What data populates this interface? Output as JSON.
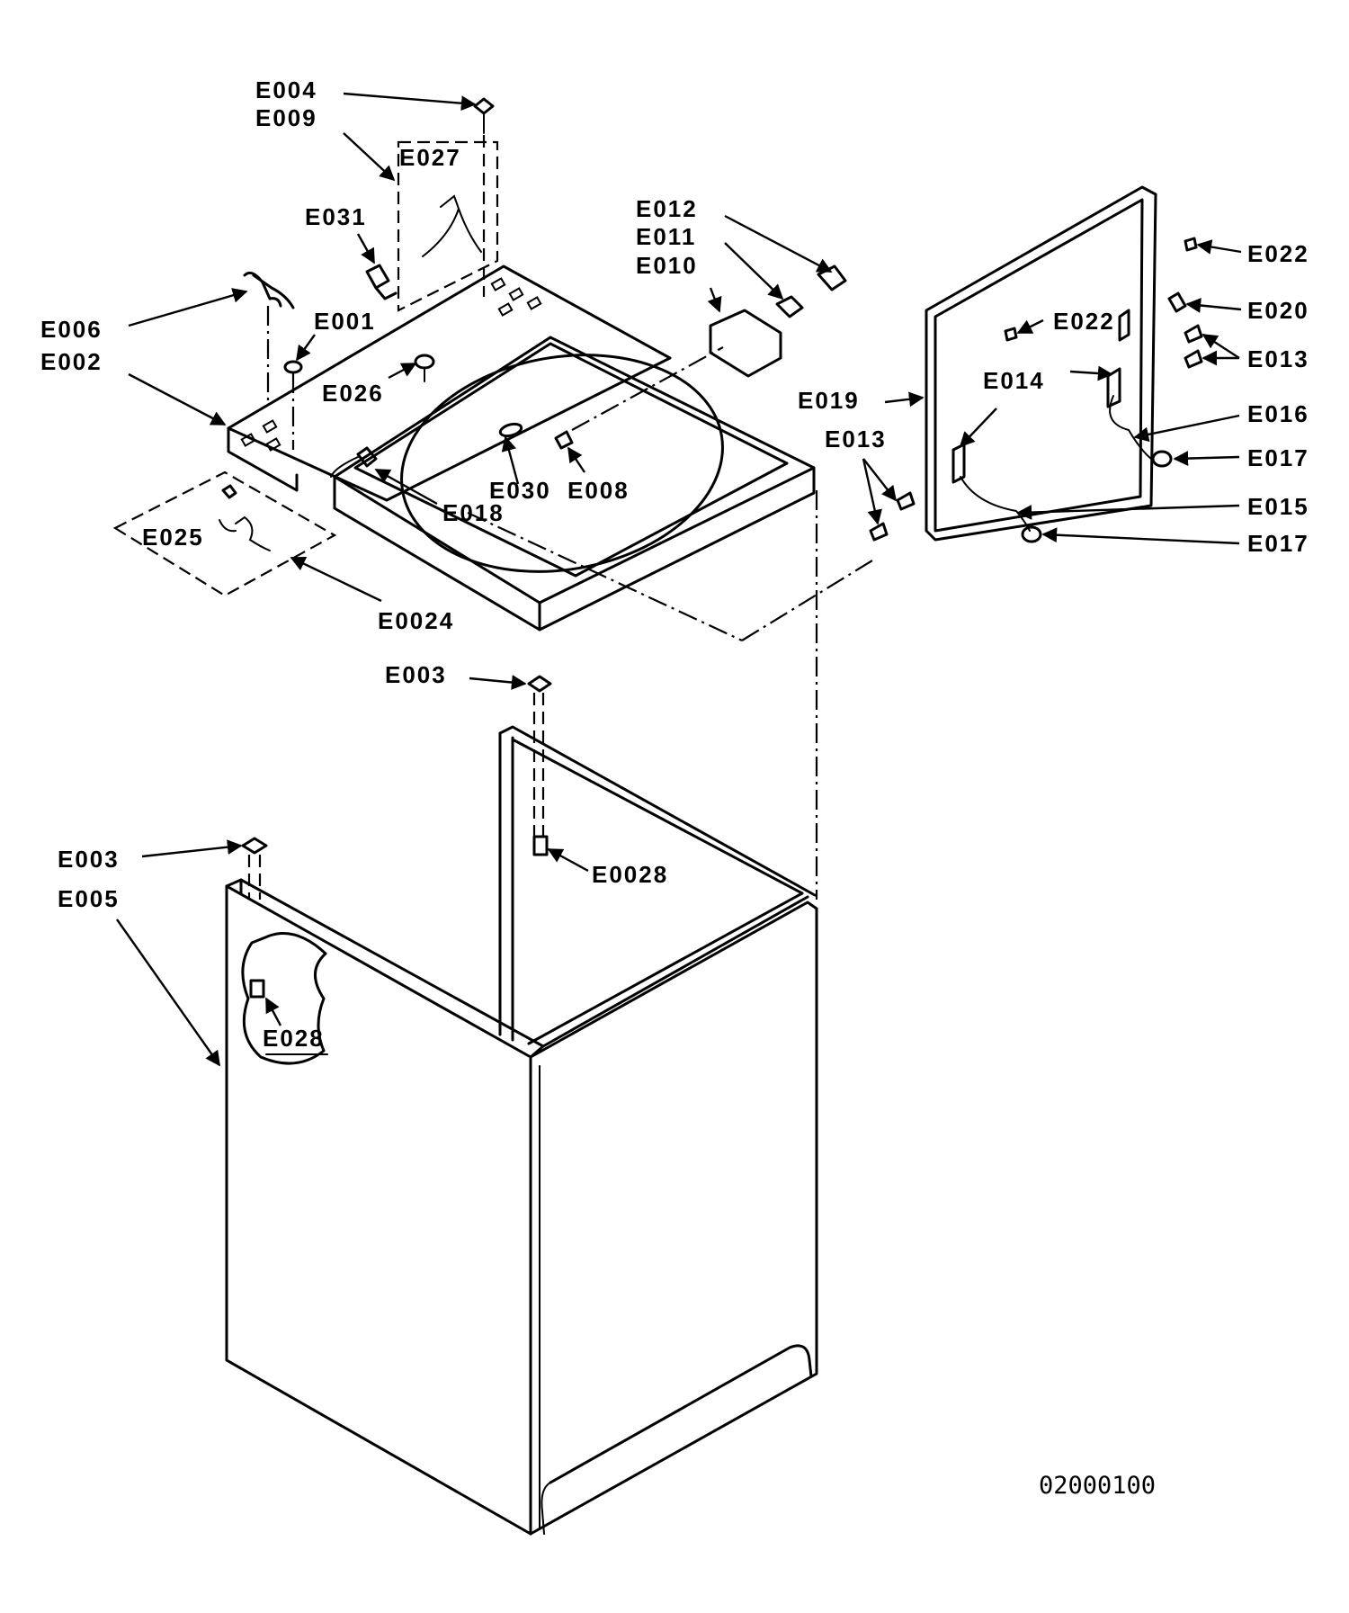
{
  "diagram": {
    "drawing_number": "02000100",
    "callouts": {
      "e004": "E004",
      "e009": "E009",
      "e027": "E027",
      "e031": "E031",
      "e006": "E006",
      "e001": "E001",
      "e002": "E002",
      "e026": "E026",
      "e030": "E030",
      "e008": "E008",
      "e018": "E018",
      "e025": "E025",
      "e0024": "E0024",
      "e012": "E012",
      "e011": "E011",
      "e010": "E010",
      "e022_top": "E022",
      "e022_inner": "E022",
      "e020": "E020",
      "e013_right": "E013",
      "e014": "E014",
      "e019": "E019",
      "e016": "E016",
      "e017_upper": "E017",
      "e013_left": "E013",
      "e015": "E015",
      "e017_lower": "E017",
      "e003_center": "E003",
      "e0028": "E0028",
      "e003_left": "E003",
      "e005": "E005",
      "e028": "E028"
    }
  }
}
